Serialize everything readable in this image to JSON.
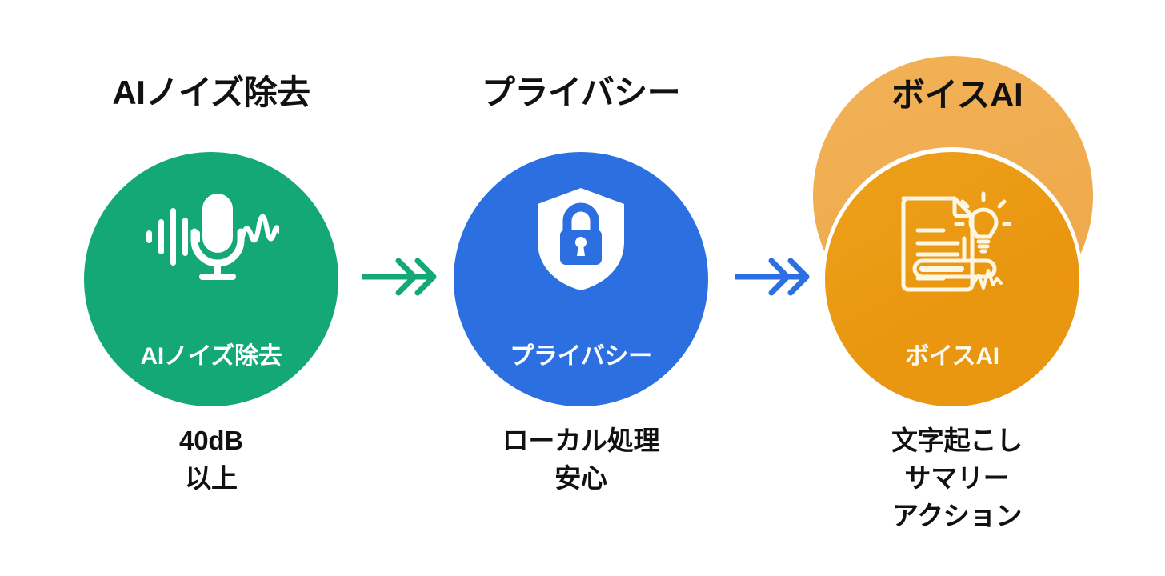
{
  "background": "#ffffff",
  "colors": {
    "green": "#14a877",
    "blue": "#2b6fe0",
    "orange": "#ea9710",
    "orange_light": "#f0ad4f",
    "heading_text": "#111111",
    "circle_text": "#ffffff"
  },
  "steps": [
    {
      "heading": "AIノイズ除去",
      "circle_label": "AIノイズ除去",
      "icon": "microphone-waveform-icon",
      "circle_color": "#14a877",
      "caption_lines": [
        "40dB",
        "以上"
      ]
    },
    {
      "heading": "プライバシー",
      "circle_label": "プライバシー",
      "icon": "shield-lock-icon",
      "circle_color": "#2b6fe0",
      "caption_lines": [
        "ローカル処理",
        "安心"
      ]
    },
    {
      "heading": "ボイスAI",
      "circle_label": "ボイスAI",
      "icon": "document-lightbulb-waveform-icon",
      "circle_color": "#ea9710",
      "caption_lines": [
        "文字起こし",
        "サマリー",
        "アクション"
      ]
    }
  ],
  "arrows": [
    {
      "name": "double-chevron-arrow-green",
      "color": "#14a877"
    },
    {
      "name": "double-chevron-arrow-blue",
      "color": "#2b6fe0"
    }
  ]
}
